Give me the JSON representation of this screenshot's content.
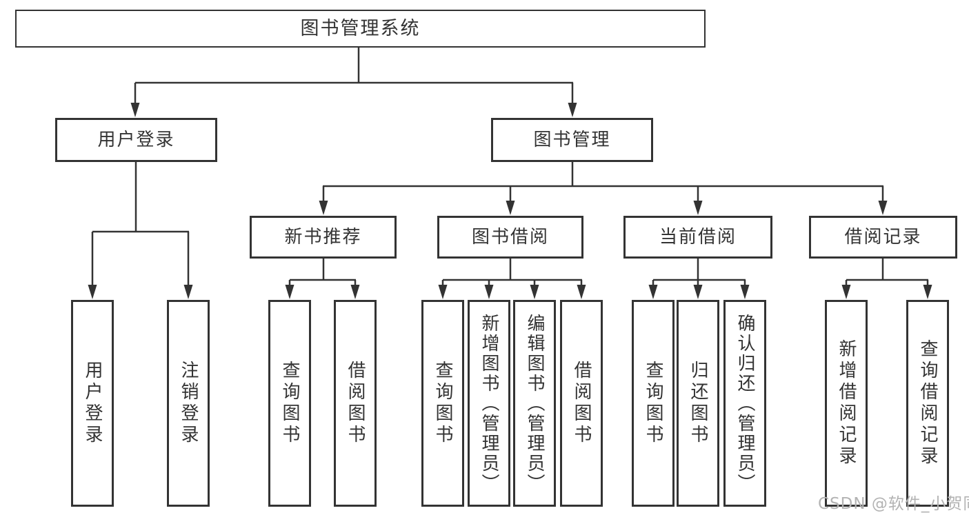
{
  "tree": {
    "label": "图书管理系统",
    "children": [
      {
        "label": "用户登录",
        "children": [
          {
            "label": "用户登录"
          },
          {
            "label": "注销登录"
          }
        ]
      },
      {
        "label": "图书管理",
        "children": [
          {
            "label": "新书推荐",
            "children": [
              {
                "label": "查询图书"
              },
              {
                "label": "借阅图书"
              }
            ]
          },
          {
            "label": "图书借阅",
            "children": [
              {
                "label": "查询图书"
              },
              {
                "label": "新增图书（管理员）"
              },
              {
                "label": "编辑图书（管理员）"
              },
              {
                "label": "借阅图书"
              }
            ]
          },
          {
            "label": "当前借阅",
            "children": [
              {
                "label": "查询图书"
              },
              {
                "label": "归还图书"
              },
              {
                "label": "确认归还（管理员）"
              }
            ]
          },
          {
            "label": "借阅记录",
            "children": [
              {
                "label": "新增借阅记录"
              },
              {
                "label": "查询借阅记录"
              }
            ]
          }
        ]
      }
    ]
  },
  "watermark": "CSDN @软件_小贺同学",
  "colors": {
    "line": "#333333",
    "box_border": "#333333",
    "box_bg": "#ffffff",
    "text": "#333333",
    "watermark": "#b3b3b3",
    "background": "#ffffff"
  }
}
